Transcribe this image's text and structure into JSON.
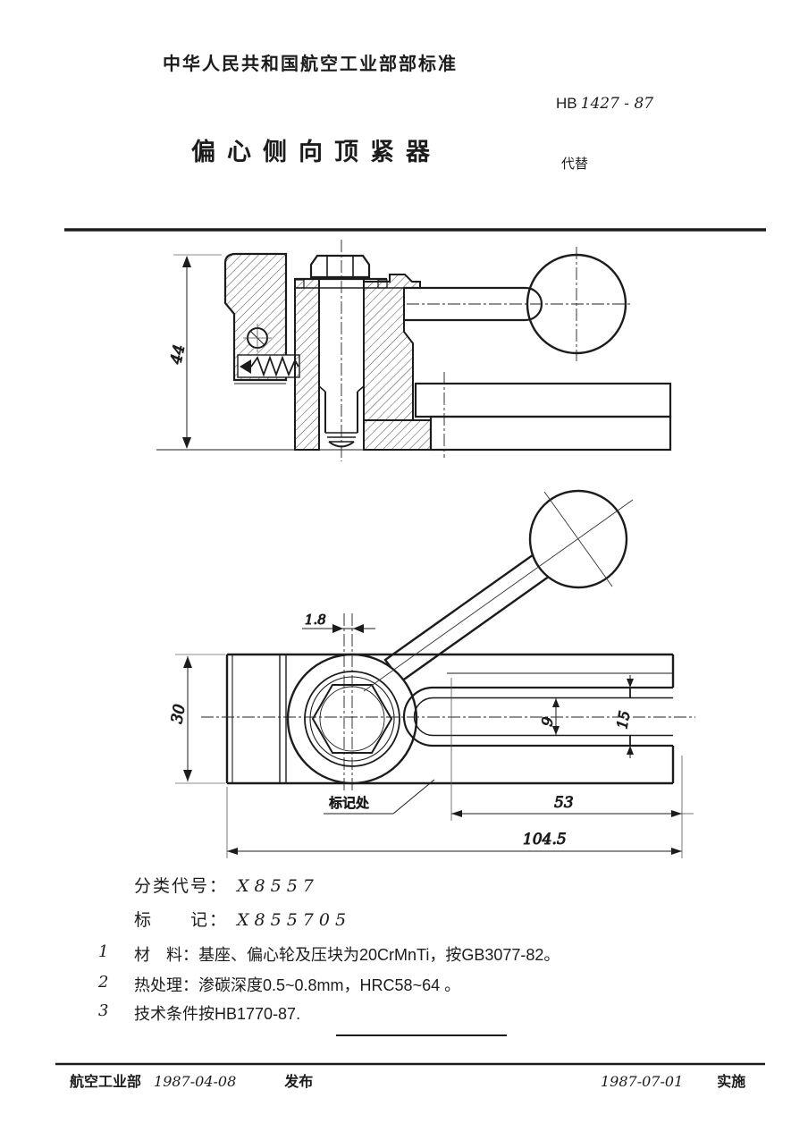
{
  "header": {
    "org_title": "中华人民共和国航空工业部部标准",
    "standard_prefix": "HB",
    "standard_number": "1427 - 87",
    "doc_title": "偏心侧向顶紧器",
    "supersedes_label": "代替"
  },
  "drawing": {
    "section_view": {
      "height_dim": "44"
    },
    "plan_view": {
      "eccentricity_dim": "1.8",
      "width_dim": "30",
      "slot_inner_dim": "9",
      "slot_outer_dim": "15",
      "fork_length_dim": "53",
      "total_length_dim": "104.5",
      "marking_note": "标记处"
    }
  },
  "classification": {
    "class_code_label": "分类代号：",
    "class_code_value": "X8557",
    "marking_label": "标　　记：",
    "marking_value": "X855705"
  },
  "notes": [
    {
      "num": "1",
      "text": "材　料：基座、偏心轮及压块为20CrMnTi，按GB3077-82。"
    },
    {
      "num": "2",
      "text": "热处理：渗碳深度0.5~0.8mm，HRC58~64 。"
    },
    {
      "num": "3",
      "text": "技术条件按HB1770-87."
    }
  ],
  "footer": {
    "issuer": "航空工业部",
    "issue_date": "1987-04-08",
    "issue_label": "发布",
    "impl_date": "1987-07-01",
    "impl_label": "实施"
  },
  "colors": {
    "ink": "#1c1c1c",
    "paper": "#ffffff"
  }
}
